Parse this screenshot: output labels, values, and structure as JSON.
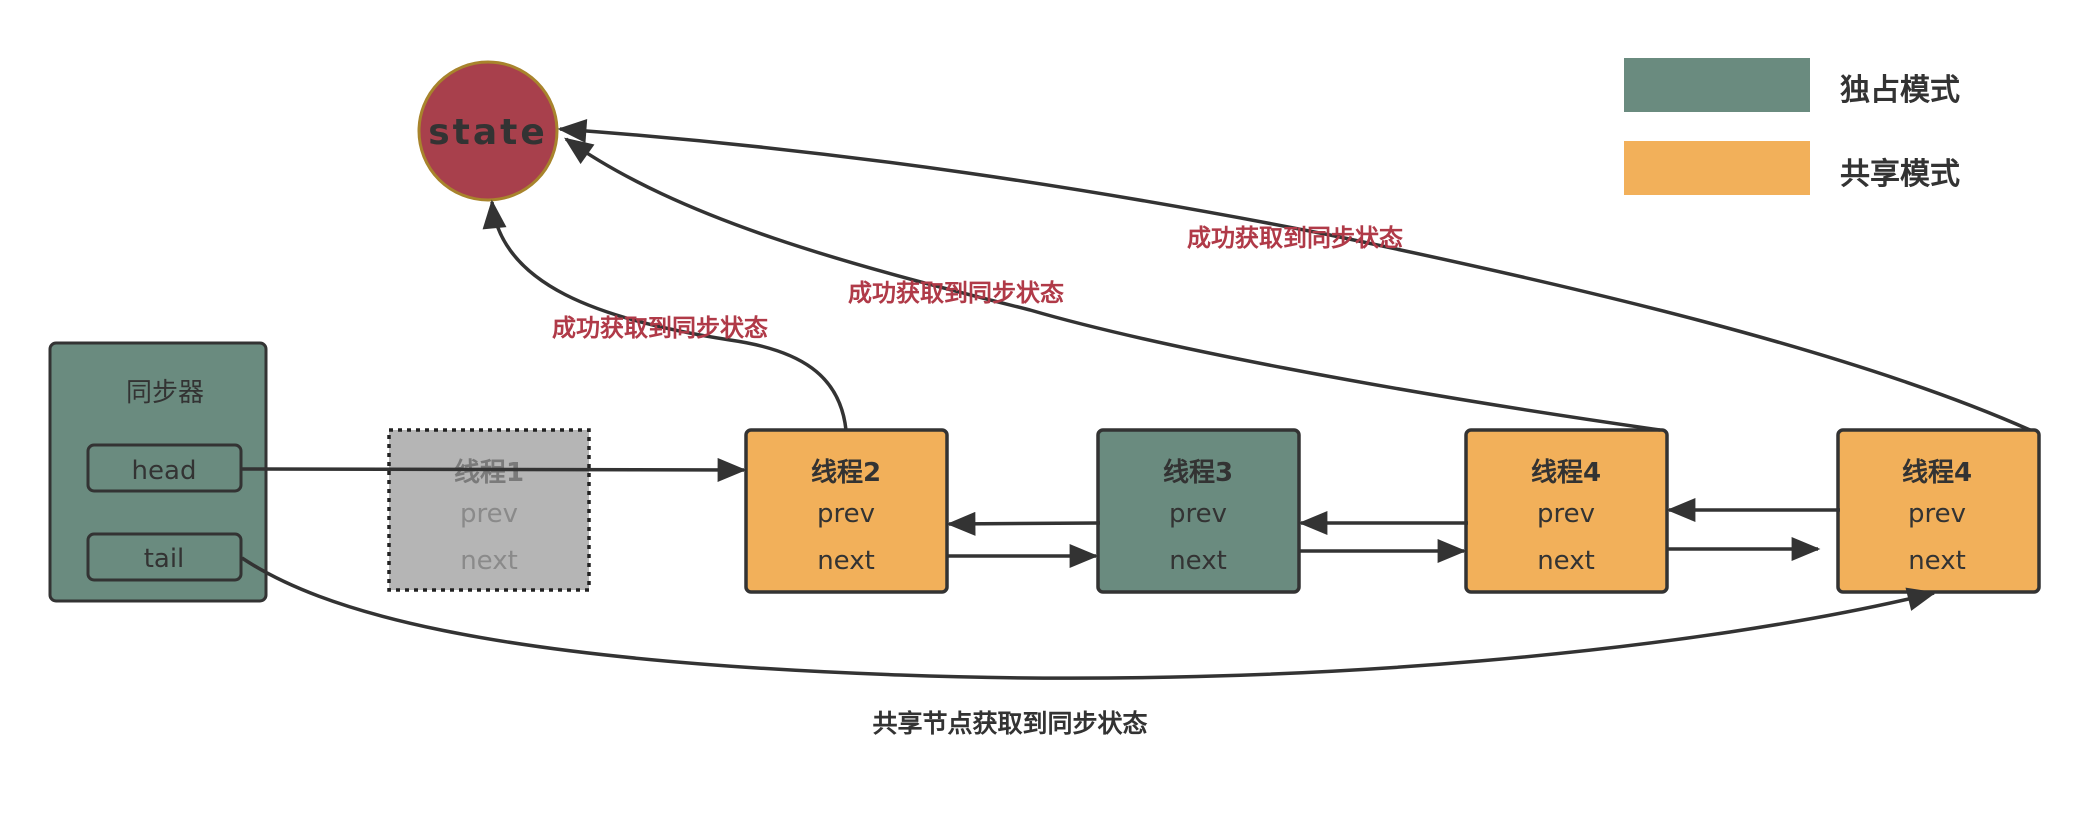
{
  "state": {
    "label": "state",
    "color": "#a8404c"
  },
  "synchronizer": {
    "title": "同步器",
    "head_label": "head",
    "tail_label": "tail",
    "color": "#6a8b7f"
  },
  "nodes": [
    {
      "id": "node-thread-1",
      "title": "线程1",
      "prev": "prev",
      "next": "next",
      "mode": "released"
    },
    {
      "id": "node-thread-2",
      "title": "线程2",
      "prev": "prev",
      "next": "next",
      "mode": "shared"
    },
    {
      "id": "node-thread-3",
      "title": "线程3",
      "prev": "prev",
      "next": "next",
      "mode": "exclusive"
    },
    {
      "id": "node-thread-4a",
      "title": "线程4",
      "prev": "prev",
      "next": "next",
      "mode": "shared"
    },
    {
      "id": "node-thread-4b",
      "title": "线程4",
      "prev": "prev",
      "next": "next",
      "mode": "shared"
    }
  ],
  "edge_labels": {
    "acquire_1": "成功获取到同步状态",
    "acquire_2": "成功获取到同步状态",
    "acquire_3": "成功获取到同步状态",
    "shared_acquire": "共享节点获取到同步状态"
  },
  "legend": [
    {
      "label": "独占模式",
      "color": "#6a8b7f"
    },
    {
      "label": "共享模式",
      "color": "#f2b05a"
    }
  ],
  "colors": {
    "exclusive": "#6a8b7f",
    "shared": "#f2b05a",
    "released": "#b5b5b5",
    "stroke": "#333333",
    "label_red": "#b03a48"
  }
}
